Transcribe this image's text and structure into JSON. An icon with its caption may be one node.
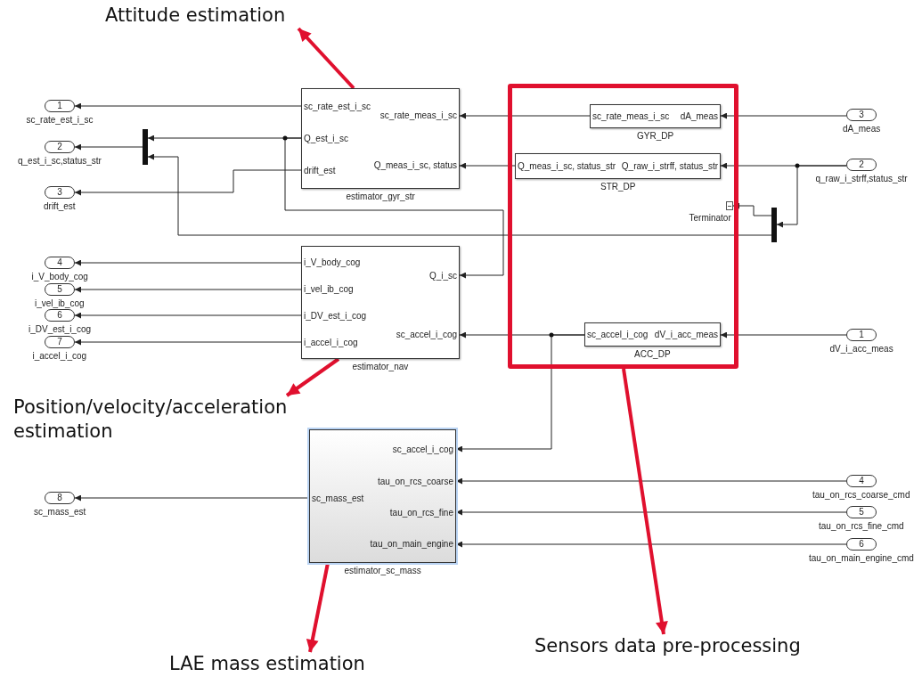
{
  "diagram": {
    "nodes": [
      {
        "text": [
          "Attitude estimation"
        ]
      },
      {
        "text": [
          "1"
        ],
        "beside": [
          "sc_rate_est_i_sc"
        ]
      },
      {
        "text": [
          "2"
        ],
        "beside": [
          "q_est_i_sc,status_str"
        ]
      },
      {
        "text": [
          "3"
        ],
        "beside": [
          "drift_est"
        ]
      },
      {
        "text": [],
        "shape": "bar"
      },
      {
        "text": [
          "sc_rate_est_i_sc",
          "Q_est_i_sc",
          "drift_est",
          "sc_rate_meas_i_sc",
          "Q_meas_i_sc, status"
        ],
        "beside": [
          "estimator_gyr_str"
        ]
      },
      {
        "text": [],
        "shape": "box"
      },
      {
        "text": [
          "sc_rate_meas_i_sc",
          "dA_meas"
        ],
        "beside": [
          "GYR_DP"
        ],
        "in": 6
      },
      {
        "text": [
          "Q_meas_i_sc, status_str",
          "Q_raw_i_strff, status_str"
        ],
        "beside": [
          "STR_DP"
        ],
        "in": 6
      },
      {
        "text": [],
        "shape": "box",
        "beside": [
          "Terminator"
        ],
        "in": 6
      },
      {
        "text": [
          "sc_accel_i_cog",
          "dV_i_acc_meas"
        ],
        "beside": [
          "ACC_DP"
        ],
        "in": 6
      },
      {
        "text": [
          "3"
        ],
        "beside": [
          "dA_meas"
        ]
      },
      {
        "text": [
          "2"
        ],
        "beside": [
          "q_raw_i_strff,status_str"
        ]
      },
      {
        "text": [],
        "shape": "bar"
      },
      {
        "text": [
          "1"
        ],
        "beside": [
          "dV_i_acc_meas"
        ]
      },
      {
        "text": [
          "4"
        ],
        "beside": [
          "i_V_body_cog"
        ]
      },
      {
        "text": [
          "5"
        ],
        "beside": [
          "i_vel_ib_cog"
        ]
      },
      {
        "text": [
          "6"
        ],
        "beside": [
          "i_DV_est_i_cog"
        ]
      },
      {
        "text": [
          "7"
        ],
        "beside": [
          "i_accel_i_cog"
        ]
      },
      {
        "text": [
          "i_V_body_cog",
          "i_vel_ib_cog",
          "i_DV_est_i_cog",
          "i_accel_i_cog",
          "Q_i_sc",
          "sc_accel_i_cog"
        ],
        "beside": [
          "estimator_nav"
        ]
      },
      {
        "text": [
          "Position/velocity/acceleration estimation"
        ]
      },
      {
        "text": [
          "sc_accel_i_cog",
          "tau_on_rcs_coarse",
          "sc_mass_est",
          "tau_on_rcs_fine",
          "tau_on_main_engine"
        ],
        "beside": [
          "estimator_sc_mass"
        ]
      },
      {
        "text": [
          "8"
        ],
        "beside": [
          "sc_mass_est"
        ]
      },
      {
        "text": [
          "4"
        ],
        "beside": [
          "tau_on_rcs_coarse_cmd"
        ]
      },
      {
        "text": [
          "5"
        ],
        "beside": [
          "tau_on_rcs_fine_cmd"
        ]
      },
      {
        "text": [
          "6"
        ],
        "beside": [
          "tau_on_main_engine_cmd"
        ]
      },
      {
        "text": [
          "LAE mass estimation"
        ]
      },
      {
        "text": [
          "Sensors data pre-processing"
        ]
      }
    ],
    "edges": [
      {
        "from": 5,
        "to": 1,
        "arrow": "to"
      },
      {
        "from": 5,
        "to": 4,
        "arrow": "to"
      },
      {
        "from": 5,
        "to": 3,
        "arrow": "to"
      },
      {
        "from": 4,
        "to": 2,
        "arrow": "to"
      },
      {
        "from": 13,
        "to": 4,
        "arrow": "to"
      },
      {
        "from": 5,
        "to": 19,
        "arrow": "to"
      },
      {
        "from": 7,
        "to": 5,
        "arrow": "to"
      },
      {
        "from": 8,
        "to": 5,
        "arrow": "to"
      },
      {
        "from": 11,
        "to": 7,
        "arrow": "to"
      },
      {
        "from": 12,
        "to": 8,
        "arrow": "to"
      },
      {
        "from": 12,
        "to": 13,
        "arrow": "to"
      },
      {
        "from": 13,
        "to": 9,
        "arrow": "to"
      },
      {
        "from": 14,
        "to": 10,
        "arrow": "to"
      },
      {
        "from": 10,
        "to": 19,
        "arrow": "to"
      },
      {
        "from": 10,
        "to": 21,
        "arrow": "to"
      },
      {
        "from": 19,
        "to": 15,
        "arrow": "to"
      },
      {
        "from": 19,
        "to": 16,
        "arrow": "to"
      },
      {
        "from": 19,
        "to": 17,
        "arrow": "to"
      },
      {
        "from": 19,
        "to": 18,
        "arrow": "to"
      },
      {
        "from": 21,
        "to": 22,
        "arrow": "to"
      },
      {
        "from": 23,
        "to": 21,
        "arrow": "to"
      },
      {
        "from": 24,
        "to": 21,
        "arrow": "to"
      },
      {
        "from": 25,
        "to": 21,
        "arrow": "to"
      },
      {
        "from": 5,
        "to": 0,
        "arrow": "to",
        "style": "thick",
        "color": "#e0102e"
      },
      {
        "from": 19,
        "to": 20,
        "arrow": "to",
        "style": "thick",
        "color": "#e0102e"
      },
      {
        "from": 21,
        "to": 26,
        "arrow": "to",
        "style": "thick",
        "color": "#e0102e"
      },
      {
        "from": 6,
        "to": 27,
        "arrow": "to",
        "style": "thick",
        "color": "#e0102e"
      }
    ]
  }
}
